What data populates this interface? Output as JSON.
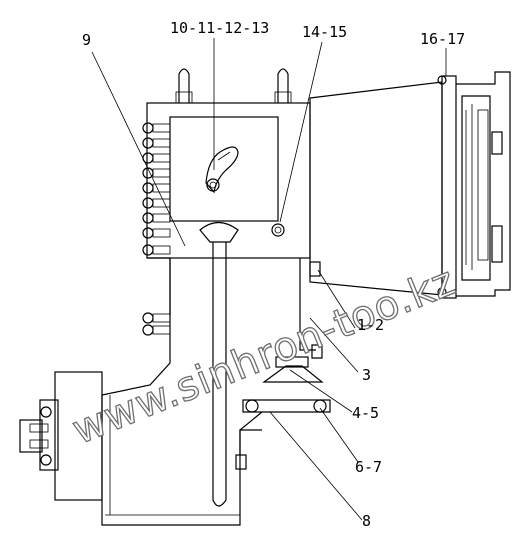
{
  "labels": {
    "l9": "9",
    "l10": "10-11-12-13",
    "l14": "14-15",
    "l16": "16-17",
    "l1": "1-2",
    "l3": "3",
    "l4": "4-5",
    "l6": "6-7",
    "l8": "8"
  },
  "watermark": "www.sinhron-too.kz"
}
